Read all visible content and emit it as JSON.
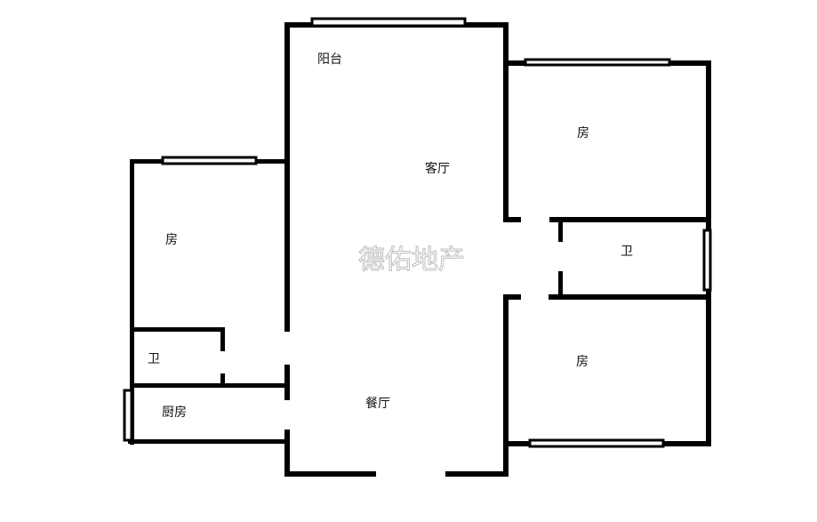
{
  "rooms": {
    "balcony": "阳台",
    "living_room": "客厅",
    "dining_room": "餐厅",
    "bedroom_top_right": "房",
    "bedroom_left": "房",
    "bedroom_bottom_right": "房",
    "bathroom_right": "卫",
    "bathroom_left": "卫",
    "kitchen": "厨房"
  },
  "watermark": "德佑地产"
}
